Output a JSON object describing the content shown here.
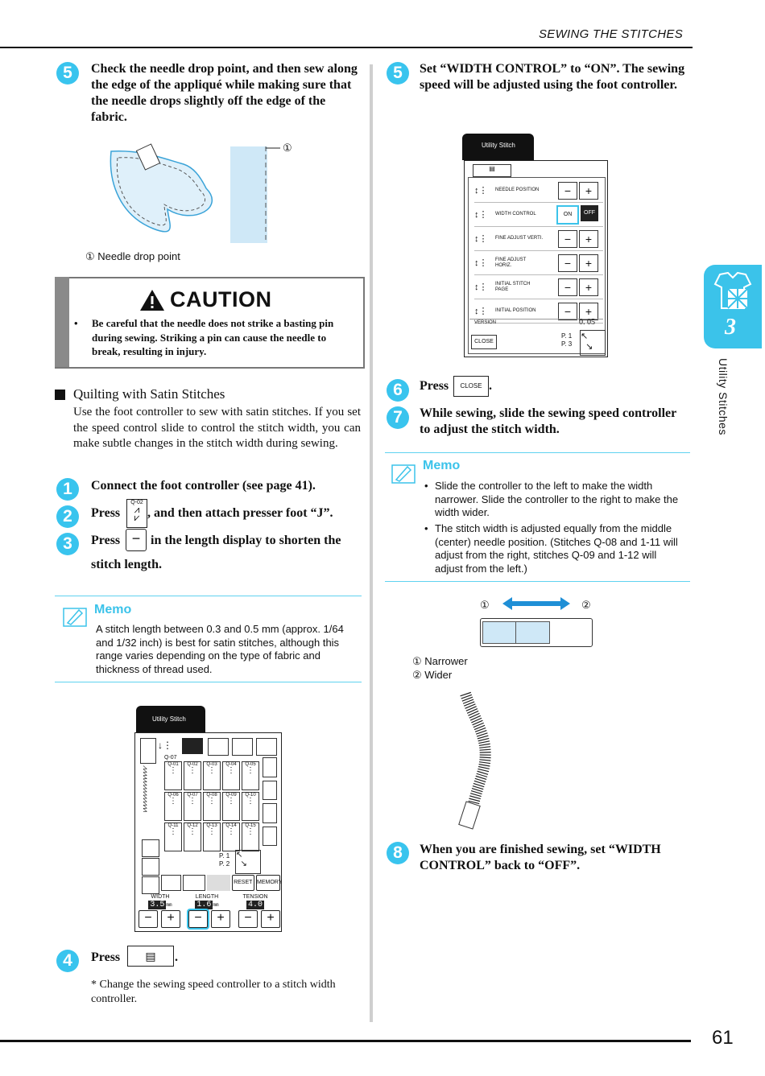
{
  "header": {
    "section_title": "SEWING THE STITCHES",
    "page_number": "61"
  },
  "side_tab": {
    "chapter_number": "3",
    "chapter_label": "Utility Stitches",
    "icon": "garment-quilt-icon"
  },
  "left": {
    "step5": {
      "number": "5",
      "text": "Check the needle drop point, and then sew along the edge of the appliqué while making sure that the needle drops slightly off the edge of the fabric."
    },
    "figure1": {
      "callout": "①",
      "legend": "①  Needle drop point"
    },
    "caution": {
      "title": "CAUTION",
      "bullet": "Be careful that the needle does not strike a basting pin during sewing. Striking a pin can cause the needle to break, resulting in injury."
    },
    "quilting": {
      "title": "Quilting with Satin Stitches",
      "intro": "Use the foot controller to sew with satin stitches. If you set the speed control slide to control the stitch width, you can make subtle changes in the stitch width during sewing."
    },
    "step1": {
      "number": "1",
      "text": "Connect the foot controller (see page 41)."
    },
    "step2": {
      "number": "2",
      "before": "Press",
      "key": "Q-02",
      "after": ", and then attach presser foot “J”."
    },
    "step3": {
      "number": "3",
      "before": "Press",
      "key": "−",
      "after": "in the length display to shorten the",
      "after2": "stitch length."
    },
    "memo1": {
      "title": "Memo",
      "text": "A stitch length between 0.3 and 0.5 mm (approx. 1/64 and 1/32 inch) is best for satin stitches, although this range varies depending on the type of fabric and thickness of thread used."
    },
    "lcd1": {
      "tab": "Utility Stitch",
      "group": "Q-07",
      "stitches": [
        "Q-01",
        "Q-02",
        "Q-03",
        "Q-04",
        "Q-05",
        "Q-06",
        "Q-07",
        "Q-08",
        "Q-09",
        "Q-10",
        "Q-11",
        "Q-12",
        "Q-13",
        "Q-14",
        "Q-15"
      ],
      "page_top": "P. 1",
      "page_bottom": "P. 2",
      "reset": "RESET",
      "memory": "MEMORY",
      "width_label": "WIDTH",
      "width_value": "3.5",
      "length_label": "LENGTH",
      "length_value": "1.6",
      "tension_label": "TENSION",
      "tension_value": "4.0",
      "unit": "mm"
    },
    "step4": {
      "number": "4",
      "before": "Press",
      "after": "."
    },
    "footnote": "*  Change the sewing speed controller to a stitch width controller."
  },
  "right": {
    "step5": {
      "number": "5",
      "text": "Set “WIDTH CONTROL”  to “ON”. The sewing speed will be adjusted using the foot controller."
    },
    "lcd2": {
      "tab": "Utility Stitch",
      "rows": [
        {
          "label": "NEEDLE POSITION"
        },
        {
          "label": "WIDTH CONTROL",
          "on": "ON",
          "off": "OFF"
        },
        {
          "label": "FINE ADJUST VERTI."
        },
        {
          "label": "FINE ADJUST HORIZ."
        },
        {
          "label": "INITIAL STITCH PAGE"
        },
        {
          "label": "INITIAL POSITION"
        }
      ],
      "version_label": "VERSION",
      "version_value": "0. 05",
      "page_top": "P. 1",
      "page_bottom": "P. 3",
      "close": "CLOSE"
    },
    "step6": {
      "number": "6",
      "before": "Press",
      "key": "CLOSE",
      "after": "."
    },
    "step7": {
      "number": "7",
      "text": "While sewing, slide the sewing speed controller to adjust the stitch width."
    },
    "memo2": {
      "title": "Memo",
      "bullets": [
        "Slide the controller to the left to make the width narrower. Slide the controller to the right to make the width wider.",
        "The stitch width is adjusted equally from the middle (center) needle position. (Stitches Q-08 and 1-11 will adjust from the right, stitches Q-09 and 1-12 will adjust from the left.)"
      ]
    },
    "slider_fig": {
      "c1": "①",
      "c2": "②",
      "legend1": "①  Narrower",
      "legend2": "②  Wider",
      "arrow_color": "#1f8fd6"
    },
    "step8": {
      "number": "8",
      "text": "When you are finished sewing, set “WIDTH CONTROL” back to “OFF”."
    }
  }
}
